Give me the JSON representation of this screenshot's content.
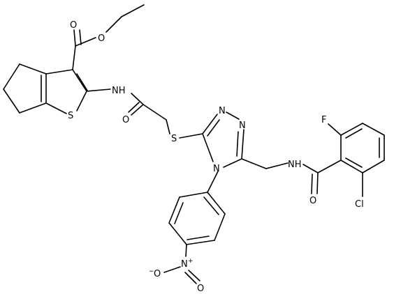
{
  "diagram": {
    "type": "chemical-structure",
    "atoms": {
      "o_carbonyl_ester": {
        "text": "O"
      },
      "o_ester": {
        "text": "O"
      },
      "nh_amide_1": {
        "text": "NH"
      },
      "s_thiophene": {
        "text": "S"
      },
      "o_amide_1": {
        "text": "O"
      },
      "s_thioether": {
        "text": "S"
      },
      "n_triazole_1": {
        "text": "N"
      },
      "n_triazole_2": {
        "text": "N"
      },
      "n_triazole_4": {
        "text": "N"
      },
      "nh_amide_2": {
        "text": "NH"
      },
      "f_substituent": {
        "text": "F"
      },
      "o_amide_2": {
        "text": "O"
      },
      "cl_substituent": {
        "text": "Cl"
      },
      "n_nitro": {
        "text": "N",
        "charge": "+"
      },
      "o_nitro_1": {
        "text": "O",
        "charge": "−"
      },
      "o_nitro_2": {
        "text": "O"
      }
    }
  }
}
